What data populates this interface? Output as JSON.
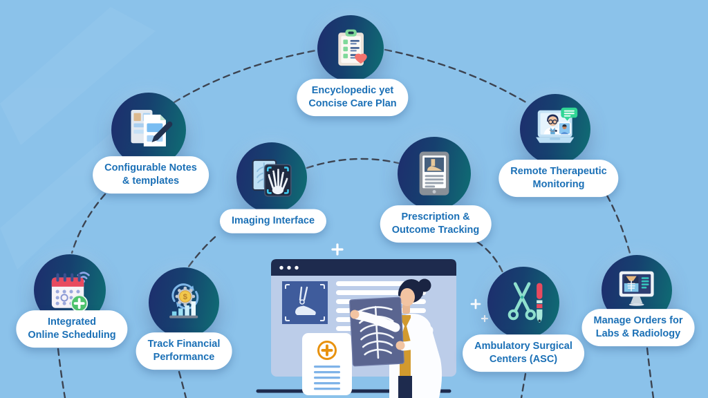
{
  "background_color": "#8BC2EA",
  "palette": {
    "circle_gradient_start": "#1D2F6E",
    "circle_gradient_end": "#0F6F74",
    "label_text": "#1B70B6",
    "label_bg": "#FFFFFF",
    "connector": "#3C4350",
    "floor": "#1E2B4E",
    "accent_red": "#E84A5F",
    "accent_green": "#4EC46D",
    "accent_orange": "#E8920F",
    "accent_teal": "#35C4BC",
    "accent_mint": "#8FE0CE",
    "accent_coral": "#F4736E"
  },
  "nodes": [
    {
      "id": "care-plan",
      "icon": "clipboard-heart-icon",
      "lines": [
        "Encyclopedic yet",
        "Concise Care Plan"
      ]
    },
    {
      "id": "notes",
      "icon": "documents-pen-icon",
      "lines": [
        "Configurable Notes",
        "& templates"
      ]
    },
    {
      "id": "imaging",
      "icon": "xray-hand-icon",
      "lines": [
        "Imaging Interface"
      ]
    },
    {
      "id": "prescription",
      "icon": "tablet-foot-xray-icon",
      "lines": [
        "Prescription &",
        "Outcome Tracking"
      ]
    },
    {
      "id": "remote",
      "icon": "telehealth-laptop-icon",
      "lines": [
        "Remote Therapeutic",
        "Monitoring"
      ]
    },
    {
      "id": "scheduling",
      "icon": "calendar-plus-icon",
      "lines": [
        "Integrated",
        "Online Scheduling"
      ]
    },
    {
      "id": "financial",
      "icon": "dollar-gear-chart-icon",
      "lines": [
        "Track Financial",
        "Performance"
      ]
    },
    {
      "id": "asc",
      "icon": "surgical-tools-icon",
      "lines": [
        "Ambulatory Surgical",
        "Centers (ASC)"
      ]
    },
    {
      "id": "orders",
      "icon": "monitor-skeleton-icon",
      "lines": [
        "Manage Orders for",
        "Labs & Radiology"
      ]
    }
  ],
  "center_illustration": {
    "name": "doctor-examining-chest-xray",
    "elements": [
      "browser-window-with-foot-xray",
      "medical-tablet-with-cross",
      "doctor-holding-ribcage-xray",
      "sparkles"
    ]
  }
}
